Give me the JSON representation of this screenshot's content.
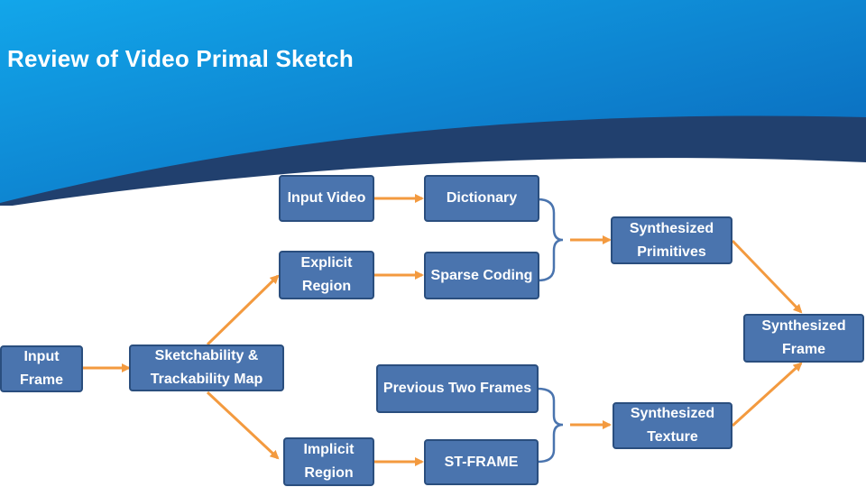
{
  "slide": {
    "title": "Review of Video Primal Sketch"
  },
  "colors": {
    "header_light": "#1f9ae0",
    "header_dark": "#21406e",
    "node_fill": "#4a74ae",
    "node_border": "#2a4e7e",
    "arrow": "#f39a3f",
    "bracket": "#4a74ae"
  },
  "nodes": {
    "input_frame": "Input Frame",
    "sketch_map": "Sketchability & Trackability Map",
    "input_video": "Input Video",
    "explicit_region": "Explicit Region",
    "implicit_region": "Implicit Region",
    "dictionary": "Dictionary",
    "sparse_coding": "Sparse Coding",
    "previous_frames": "Previous Two Frames",
    "st_frame": "ST-FRAME",
    "synth_primitives": "Synthesized Primitives",
    "synth_texture": "Synthesized Texture",
    "synth_frame": "Synthesized Frame"
  }
}
